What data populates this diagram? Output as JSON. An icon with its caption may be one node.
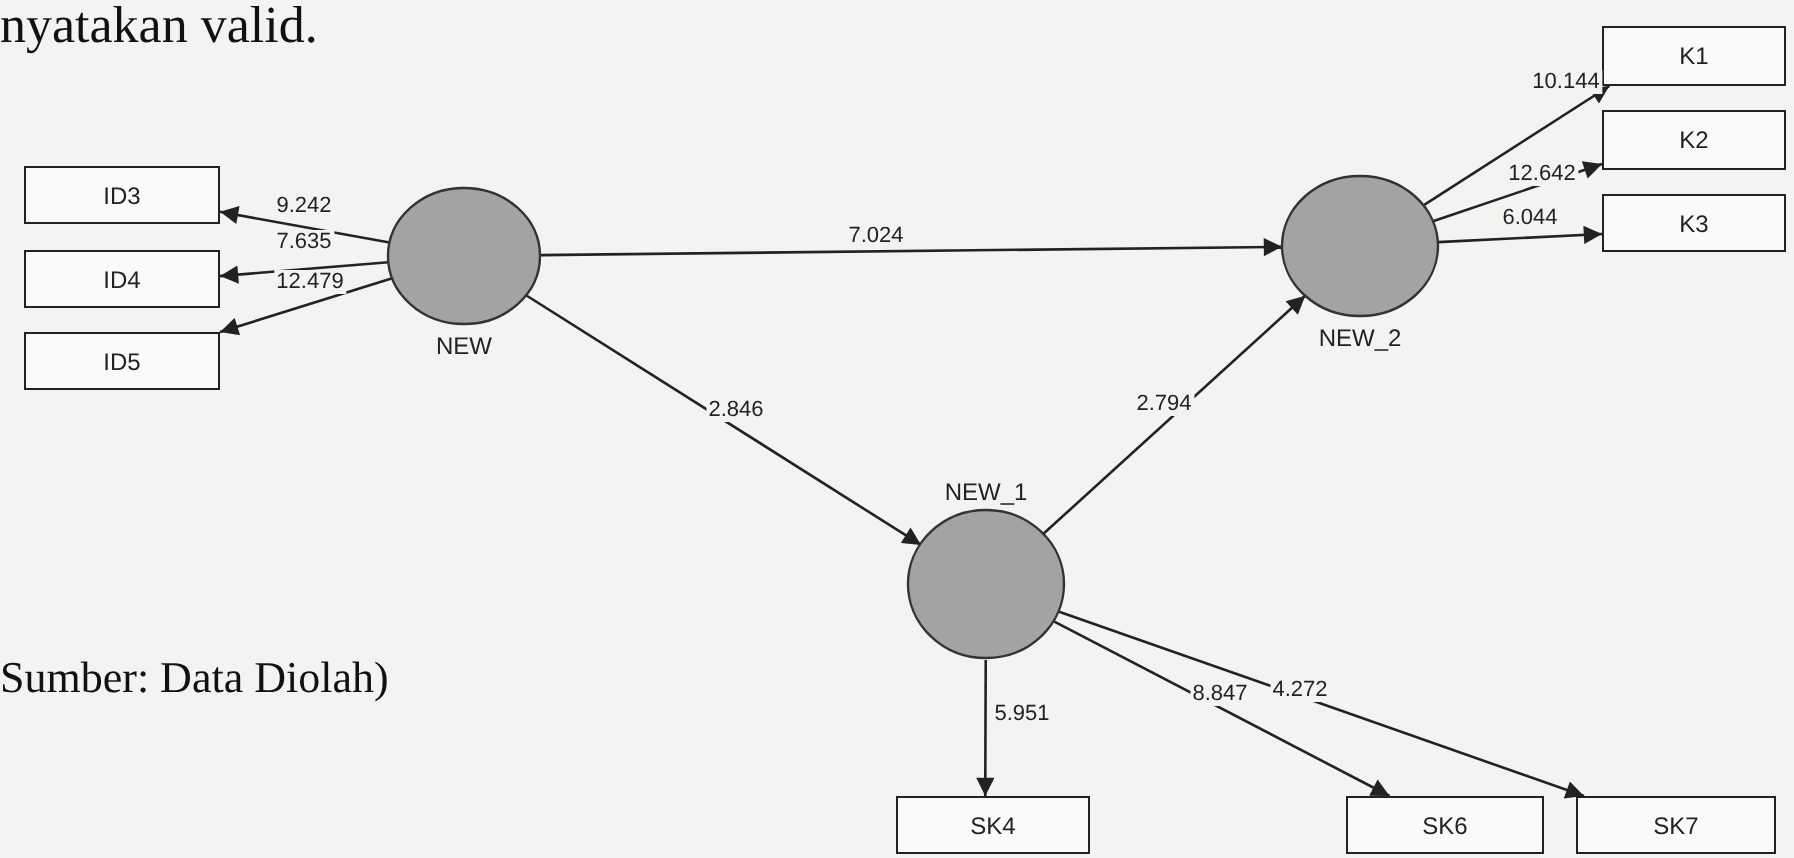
{
  "diagram": {
    "nodes": [
      {
        "text": [
          "ID3"
        ]
      },
      {
        "text": [
          "ID4"
        ]
      },
      {
        "text": [
          "ID5"
        ]
      },
      {
        "text": [
          "NEW"
        ]
      },
      {
        "text": [
          "K1"
        ]
      },
      {
        "text": [
          "K2"
        ]
      },
      {
        "text": [
          "K3"
        ]
      },
      {
        "text": [
          "NEW_2"
        ]
      },
      {
        "text": [
          "NEW_1"
        ]
      },
      {
        "text": [
          "SK4"
        ]
      },
      {
        "text": [
          "SK6"
        ]
      },
      {
        "text": [
          "SK7"
        ]
      }
    ],
    "edges": [
      {
        "from": 3,
        "to": 0,
        "arrow": "to",
        "label": "9.242"
      },
      {
        "from": 3,
        "to": 1,
        "arrow": "to",
        "label": "7.635"
      },
      {
        "from": 3,
        "to": 2,
        "arrow": "to",
        "label": "12.479"
      },
      {
        "from": 3,
        "to": 7,
        "arrow": "to",
        "label": "7.024"
      },
      {
        "from": 3,
        "to": 8,
        "arrow": "to",
        "label": "2.846"
      },
      {
        "from": 8,
        "to": 7,
        "arrow": "to",
        "label": "2.794"
      },
      {
        "from": 7,
        "to": 4,
        "arrow": "to",
        "label": "10.144"
      },
      {
        "from": 7,
        "to": 5,
        "arrow": "to",
        "label": "12.642"
      },
      {
        "from": 7,
        "to": 6,
        "arrow": "to",
        "label": "6.044"
      },
      {
        "from": 8,
        "to": 9,
        "arrow": "to",
        "label": "5.951"
      },
      {
        "from": 8,
        "to": 10,
        "arrow": "to",
        "label": "8.847"
      },
      {
        "from": 8,
        "to": 11,
        "arrow": "to",
        "label": "4.272"
      }
    ],
    "labels": [
      "nyatakan valid.",
      "Sumber: Data Diolah)"
    ]
  }
}
